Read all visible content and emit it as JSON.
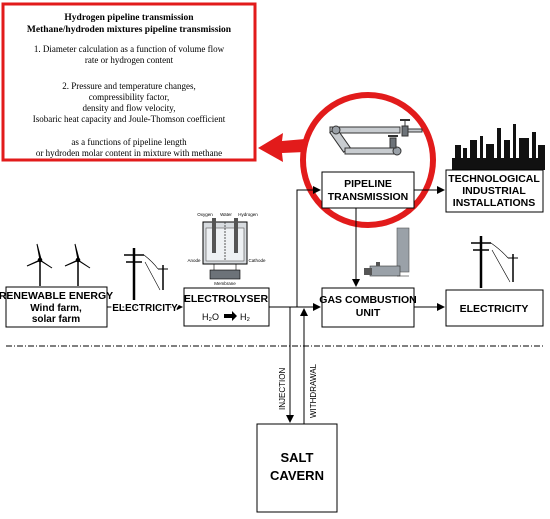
{
  "colors": {
    "accent": "#e21b1b",
    "line": "#000000",
    "pipe": "#9aa1a8"
  },
  "callout": {
    "title_line1": "Hydrogen pipeline transmission",
    "title_line2": "Methane/hydroden mixtures pipeline transmission",
    "item1_line1": "1. Diameter calculation as a function of volume flow",
    "item1_line2": "rate or hydrogen content",
    "item2_line1": "2. Pressure and temperature changes,",
    "item2_line2": "compressibility factor,",
    "item2_line3": "density and flow velocity,",
    "item2_line4": "Isobaric heat capacity and Joule-Thomson coefficient",
    "item3_line1": "as a functions of pipeline length",
    "item3_line2": "or hydroden molar content in mixture with methane"
  },
  "boxes": {
    "pipeline": {
      "line1": "PIPELINE",
      "line2": "TRANSMISSION"
    },
    "industrial": {
      "line1": "TECHNOLOGICAL",
      "line2": "INDUSTRIAL",
      "line3": "INSTALLATIONS"
    },
    "renewable": {
      "line1": "RENEWABLE ENERGY",
      "line2": "Wind farm,",
      "line3": "solar farm"
    },
    "electrolyser": {
      "line1": "ELECTROLYSER",
      "formula_left": "H₂O",
      "formula_right": "H₂"
    },
    "gas_combustion": {
      "line1": "GAS COMBUSTION",
      "line2": "UNIT"
    },
    "electricity_out": {
      "line1": "ELECTRICITY"
    },
    "salt_cavern": {
      "line1": "SALT",
      "line2": "CAVERN"
    }
  },
  "labels": {
    "electricity_link": "ELECTRICITY",
    "injection": "INJECTION",
    "withdrawal": "WITHDRAWAL"
  },
  "electrolyser_icon": {
    "oxygen": "Oxygen",
    "water": "Water",
    "hydrogen": "Hydrogen",
    "anode": "Anode",
    "cathode": "Cathode",
    "membrane": "Membrane"
  },
  "icons": [
    "wind-turbine-icon",
    "power-pylon-icon",
    "electrolyser-cell-icon",
    "pipeline-valve-icon",
    "factory-skyline-icon",
    "gas-turbine-icon"
  ]
}
